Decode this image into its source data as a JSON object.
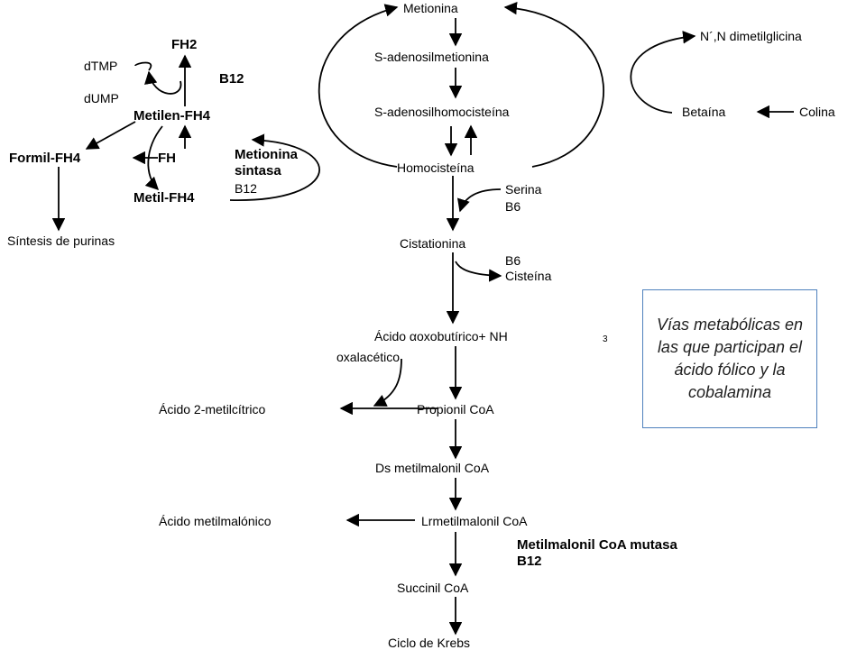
{
  "title_box": "Vías metabólicas en las que participan el ácido fólico y la cobalamina",
  "main_pathway": {
    "metionina": "Metionina",
    "sam": "S-adenosilmetionina",
    "sah": "S-adenosilhomocisteína",
    "homocisteina": "Homocisteína",
    "serina": "Serina",
    "serina_cofactor": "B6",
    "cistationina": "Cistationina",
    "cisteina_cofactor": "B6",
    "cisteina": "Cisteína",
    "oxobutirico": "Ácido αoxobutírico+ NH",
    "nh3_sub": "3",
    "oxalacetico": "oxalacético",
    "metilcitrico": "Ácido 2-metilcítrico",
    "propionil": "Propionil CoA",
    "ds_metilmalonil": "Ds metilmalonil CoA",
    "metilmalonico": "Ácido metilmalónico",
    "l_metilmalonil": "Lrmetilmalonil CoA",
    "mutasa": "Metilmalonil CoA mutasa",
    "mutasa_cofactor": "B12",
    "succinil": "Succinil CoA",
    "krebs": "Ciclo de Krebs"
  },
  "betaine_branch": {
    "dimetilglicina": "N´,N dimetilglicina",
    "betaina": "Betaína",
    "colina": "Colina"
  },
  "folate_cycle": {
    "fh2": "FH2",
    "dtmp": "dTMP",
    "dump": "dUMP",
    "b12_top": "B12",
    "metilen": "Metilen-FH4",
    "formil": "Formil-FH4",
    "fh": "FH",
    "metil": "Metil-FH4",
    "purinas": "Síntesis de purinas",
    "sintasa_1": "Metionina",
    "sintasa_2": "sintasa",
    "sintasa_cofactor": "B12"
  }
}
